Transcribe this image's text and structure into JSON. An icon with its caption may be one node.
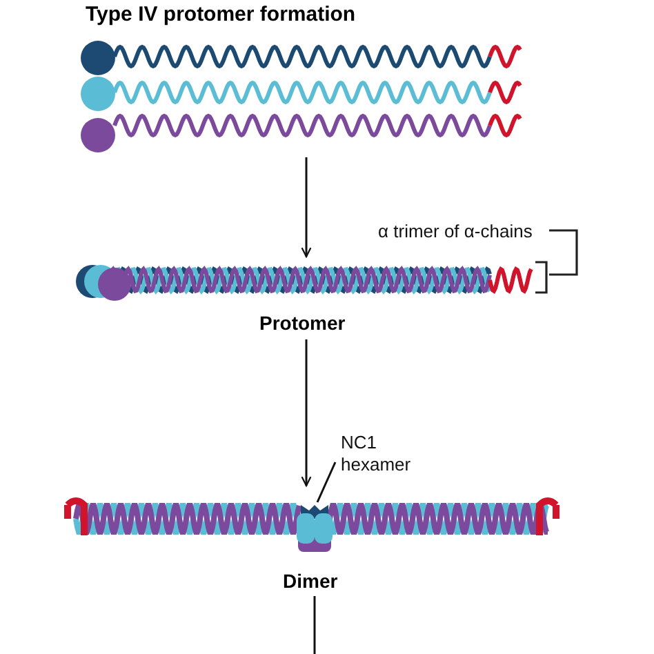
{
  "diagram": {
    "title": "Type IV protomer formation",
    "nodes": [
      {
        "text": [],
        "shape": "picture"
      },
      {
        "text": [],
        "shape": "picture",
        "beside": [
          "Protomer"
        ]
      },
      {
        "text": [],
        "shape": "picture",
        "beside": [
          "Dimer"
        ]
      },
      {
        "text": [
          "NC1 hexamer"
        ]
      },
      {
        "text": [],
        "shape": "picture",
        "in": 2
      }
    ],
    "edges": [
      {
        "from": 0,
        "to": 1,
        "arrow": "to"
      },
      {
        "from": 1,
        "to": 2,
        "arrow": "to"
      },
      {
        "from": 2,
        "to": null,
        "arrow": "none"
      },
      {
        "from": 3,
        "to": 4,
        "arrow": "none"
      }
    ],
    "labels": [
      "α trimer of α-chains"
    ]
  }
}
